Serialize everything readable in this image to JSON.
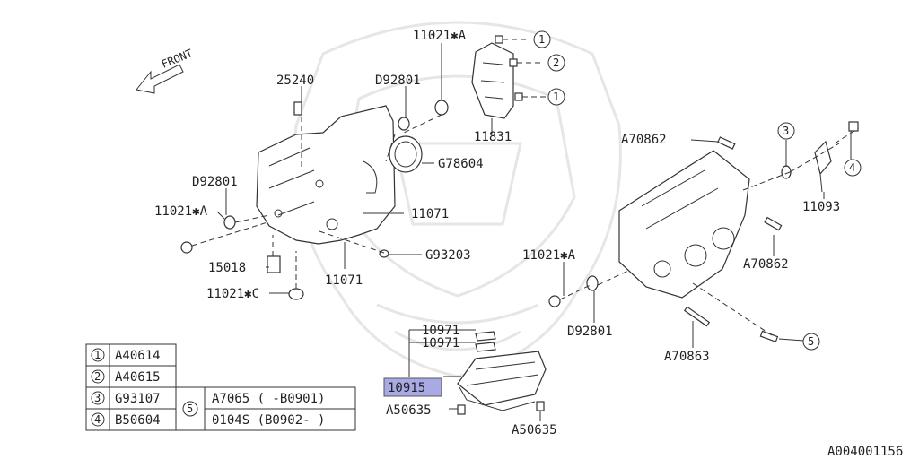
{
  "front_label": "FRONT",
  "callouts": {
    "c1": "11021✱A",
    "c2": "25240",
    "c3": "D92801",
    "c4": "11831",
    "c5": "G78604",
    "c6": "D92801",
    "c7": "11021✱A",
    "c8": "11071",
    "c9": "G93203",
    "c10": "15018",
    "c11": "11071",
    "c12": "11021✱C",
    "c13": "A70862",
    "c14": "11093",
    "c15": "A70862",
    "c16": "11021✱A",
    "c17": "D92801",
    "c18": "A70863",
    "c19": "10971",
    "c20": "10971",
    "c21": "10915",
    "c22": "A50635",
    "c23": "A50635"
  },
  "circled": {
    "n1": "1",
    "n2": "2",
    "n3": "1",
    "n4": "3",
    "n5": "4",
    "n6": "5"
  },
  "legend": {
    "r1_num": "1",
    "r1_code": "A40614",
    "r2_num": "2",
    "r2_code": "A40615",
    "r3_num": "3",
    "r3_code": "G93107",
    "r4_num": "4",
    "r4_code": "B50604",
    "r5_num": "5",
    "r5_code_a": "A7065 ( -B0901)",
    "r5_code_b": "0104S (B0902- )"
  },
  "ref_code": "A004001156"
}
